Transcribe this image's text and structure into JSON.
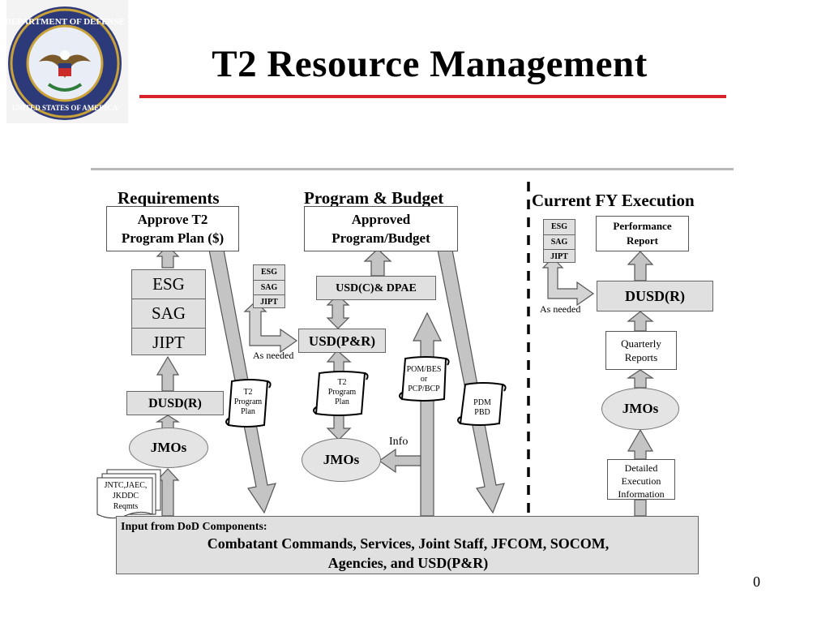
{
  "title": "T2 Resource Management",
  "page_number": "0",
  "colors": {
    "accent_rule": "#d8222a",
    "box_fill": "#e0e0e0",
    "arrow_fill": "#c0c0c0"
  },
  "logo": {
    "icon": "department-of-defense-seal-icon",
    "text": "DEPARTMENT OF DEFENSE UNITED STATES OF AMERICA"
  },
  "sections": {
    "requirements": {
      "header": "Requirements",
      "top_box": [
        "Approve T2",
        "Program Plan ($)"
      ],
      "stack": [
        "ESG",
        "SAG",
        "JIPT"
      ],
      "dusd": "DUSD(R)",
      "jmos": "JMOs",
      "docs": [
        "JNTC,JAEC,",
        "JKDDC",
        "Reqmts"
      ],
      "scroll": [
        "T2",
        "Program",
        "Plan"
      ]
    },
    "program_budget": {
      "header": "Program & Budget",
      "top_box": [
        "Approved",
        "Program/Budget"
      ],
      "usdc": "USD(C)& DPAE",
      "usdpr": "USD(P&R)",
      "mini_stack": [
        "ESG",
        "SAG",
        "JIPT"
      ],
      "as_needed": "As needed",
      "scroll_plan": [
        "T2",
        "Program",
        "Plan"
      ],
      "scroll_pom": [
        "POM/BES",
        "or",
        "PCP/BCP"
      ],
      "scroll_pdm": [
        "PDM",
        "PBD"
      ],
      "info": "Info",
      "jmos": "JMOs"
    },
    "execution": {
      "header": "Current FY Execution",
      "mini_stack": [
        "ESG",
        "SAG",
        "JIPT"
      ],
      "report": [
        "Performance",
        "Report"
      ],
      "dusd": "DUSD(R)",
      "as_needed": "As needed",
      "quarterly": [
        "Quarterly",
        "Reports"
      ],
      "jmos": "JMOs",
      "detailed": [
        "Detailed",
        "Execution",
        "Information"
      ]
    }
  },
  "input_box": {
    "label": "Input from DoD Components:",
    "line1": "Combatant Commands, Services, Joint Staff, JFCOM, SOCOM,",
    "line2": "Agencies, and USD(P&R)"
  }
}
